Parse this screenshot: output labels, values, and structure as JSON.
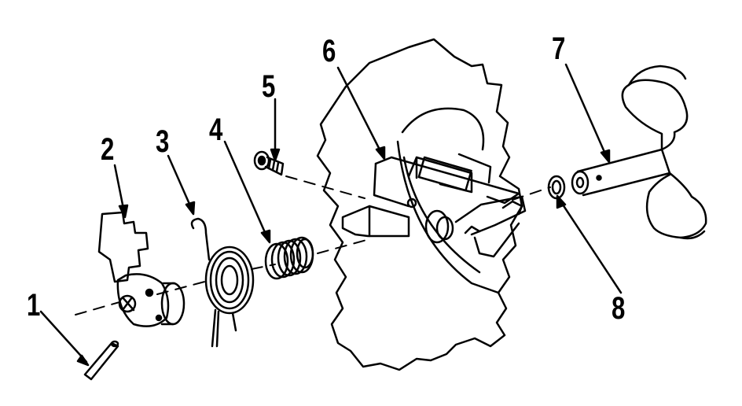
{
  "callouts": {
    "p1": "1",
    "p2": "2",
    "p3": "3",
    "p4": "4",
    "p5": "5",
    "p6": "6",
    "p7": "7",
    "p8": "8"
  },
  "colors": {
    "ink": "#000000",
    "paper": "#ffffff"
  }
}
